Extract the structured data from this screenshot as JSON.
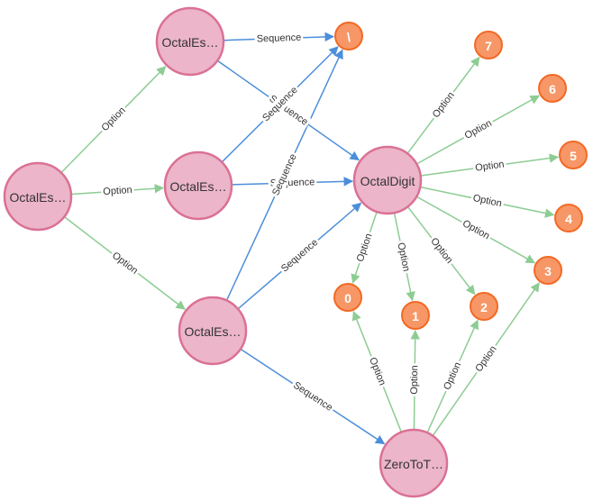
{
  "colors": {
    "big_fill": "#ECB5C9",
    "big_stroke": "#DA7194",
    "small_fill": "#F79767",
    "small_stroke": "#F36924",
    "edge_option": "#8DCC93",
    "edge_sequence": "#4C8EDA",
    "label_bg": "#ffffff"
  },
  "nodes": [
    {
      "id": "n_esc_left",
      "label": "OctalEs…",
      "kind": "big"
    },
    {
      "id": "n_esc_top",
      "label": "OctalEs…",
      "kind": "big"
    },
    {
      "id": "n_esc_mid",
      "label": "OctalEs…",
      "kind": "big"
    },
    {
      "id": "n_esc_bot",
      "label": "OctalEs…",
      "kind": "big"
    },
    {
      "id": "n_digit",
      "label": "OctalDigit",
      "kind": "big"
    },
    {
      "id": "n_zero",
      "label": "ZeroToT…",
      "kind": "big"
    },
    {
      "id": "n_backslash",
      "label": "\\",
      "kind": "small"
    },
    {
      "id": "n_7",
      "label": "7",
      "kind": "small"
    },
    {
      "id": "n_6",
      "label": "6",
      "kind": "small"
    },
    {
      "id": "n_5",
      "label": "5",
      "kind": "small"
    },
    {
      "id": "n_4",
      "label": "4",
      "kind": "small"
    },
    {
      "id": "n_3",
      "label": "3",
      "kind": "small"
    },
    {
      "id": "n_2",
      "label": "2",
      "kind": "small"
    },
    {
      "id": "n_1",
      "label": "1",
      "kind": "small"
    },
    {
      "id": "n_0",
      "label": "0",
      "kind": "small"
    }
  ],
  "edges": [
    {
      "from": "n_esc_left",
      "to": "n_esc_top",
      "label": "Option",
      "type": "option"
    },
    {
      "from": "n_esc_left",
      "to": "n_esc_mid",
      "label": "Option",
      "type": "option"
    },
    {
      "from": "n_esc_left",
      "to": "n_esc_bot",
      "label": "Option",
      "type": "option"
    },
    {
      "from": "n_esc_top",
      "to": "n_backslash",
      "label": "Sequence",
      "type": "sequence"
    },
    {
      "from": "n_esc_top",
      "to": "n_digit",
      "label": "Sequence",
      "type": "sequence"
    },
    {
      "from": "n_esc_mid",
      "to": "n_backslash",
      "label": "Sequence",
      "type": "sequence"
    },
    {
      "from": "n_esc_mid",
      "to": "n_digit",
      "label": "Sequence",
      "type": "sequence"
    },
    {
      "from": "n_esc_bot",
      "to": "n_backslash",
      "label": "Sequence",
      "type": "sequence"
    },
    {
      "from": "n_esc_bot",
      "to": "n_digit",
      "label": "Sequence",
      "type": "sequence"
    },
    {
      "from": "n_esc_bot",
      "to": "n_zero",
      "label": "Sequence",
      "type": "sequence"
    },
    {
      "from": "n_digit",
      "to": "n_7",
      "label": "Option",
      "type": "option"
    },
    {
      "from": "n_digit",
      "to": "n_6",
      "label": "Option",
      "type": "option"
    },
    {
      "from": "n_digit",
      "to": "n_5",
      "label": "Option",
      "type": "option"
    },
    {
      "from": "n_digit",
      "to": "n_4",
      "label": "Option",
      "type": "option"
    },
    {
      "from": "n_digit",
      "to": "n_3",
      "label": "Option",
      "type": "option"
    },
    {
      "from": "n_digit",
      "to": "n_2",
      "label": "Option",
      "type": "option"
    },
    {
      "from": "n_digit",
      "to": "n_1",
      "label": "Option",
      "type": "option"
    },
    {
      "from": "n_digit",
      "to": "n_0",
      "label": "Option",
      "type": "option"
    },
    {
      "from": "n_zero",
      "to": "n_0",
      "label": "Option",
      "type": "option"
    },
    {
      "from": "n_zero",
      "to": "n_1",
      "label": "Option",
      "type": "option"
    },
    {
      "from": "n_zero",
      "to": "n_2",
      "label": "Option",
      "type": "option"
    },
    {
      "from": "n_zero",
      "to": "n_3",
      "label": "Option",
      "type": "option"
    }
  ]
}
